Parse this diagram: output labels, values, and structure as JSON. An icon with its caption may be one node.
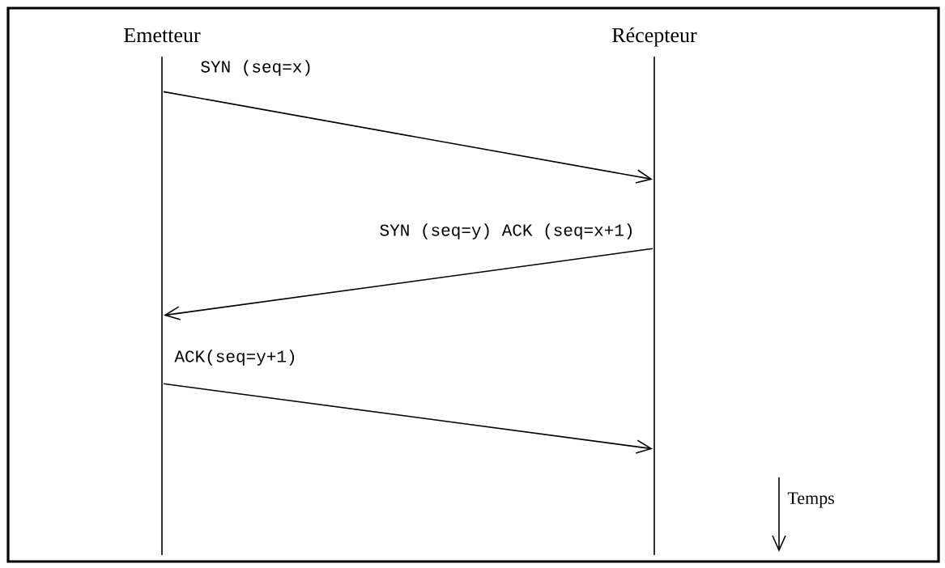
{
  "diagram": {
    "nodes": [
      {
        "text": [
          "Emetteur"
        ]
      },
      {
        "text": [
          "Récepteur"
        ]
      }
    ],
    "edges": [
      {
        "from": 0,
        "to": 1,
        "arrow": "to",
        "label": "SYN (seq=x)"
      },
      {
        "from": 1,
        "to": 0,
        "arrow": "to",
        "label": "SYN (seq=y) ACK (seq=x+1)"
      },
      {
        "from": 0,
        "to": 1,
        "arrow": "to",
        "label": "ACK(seq=y+1)"
      }
    ],
    "labels": [
      "Temps"
    ]
  }
}
